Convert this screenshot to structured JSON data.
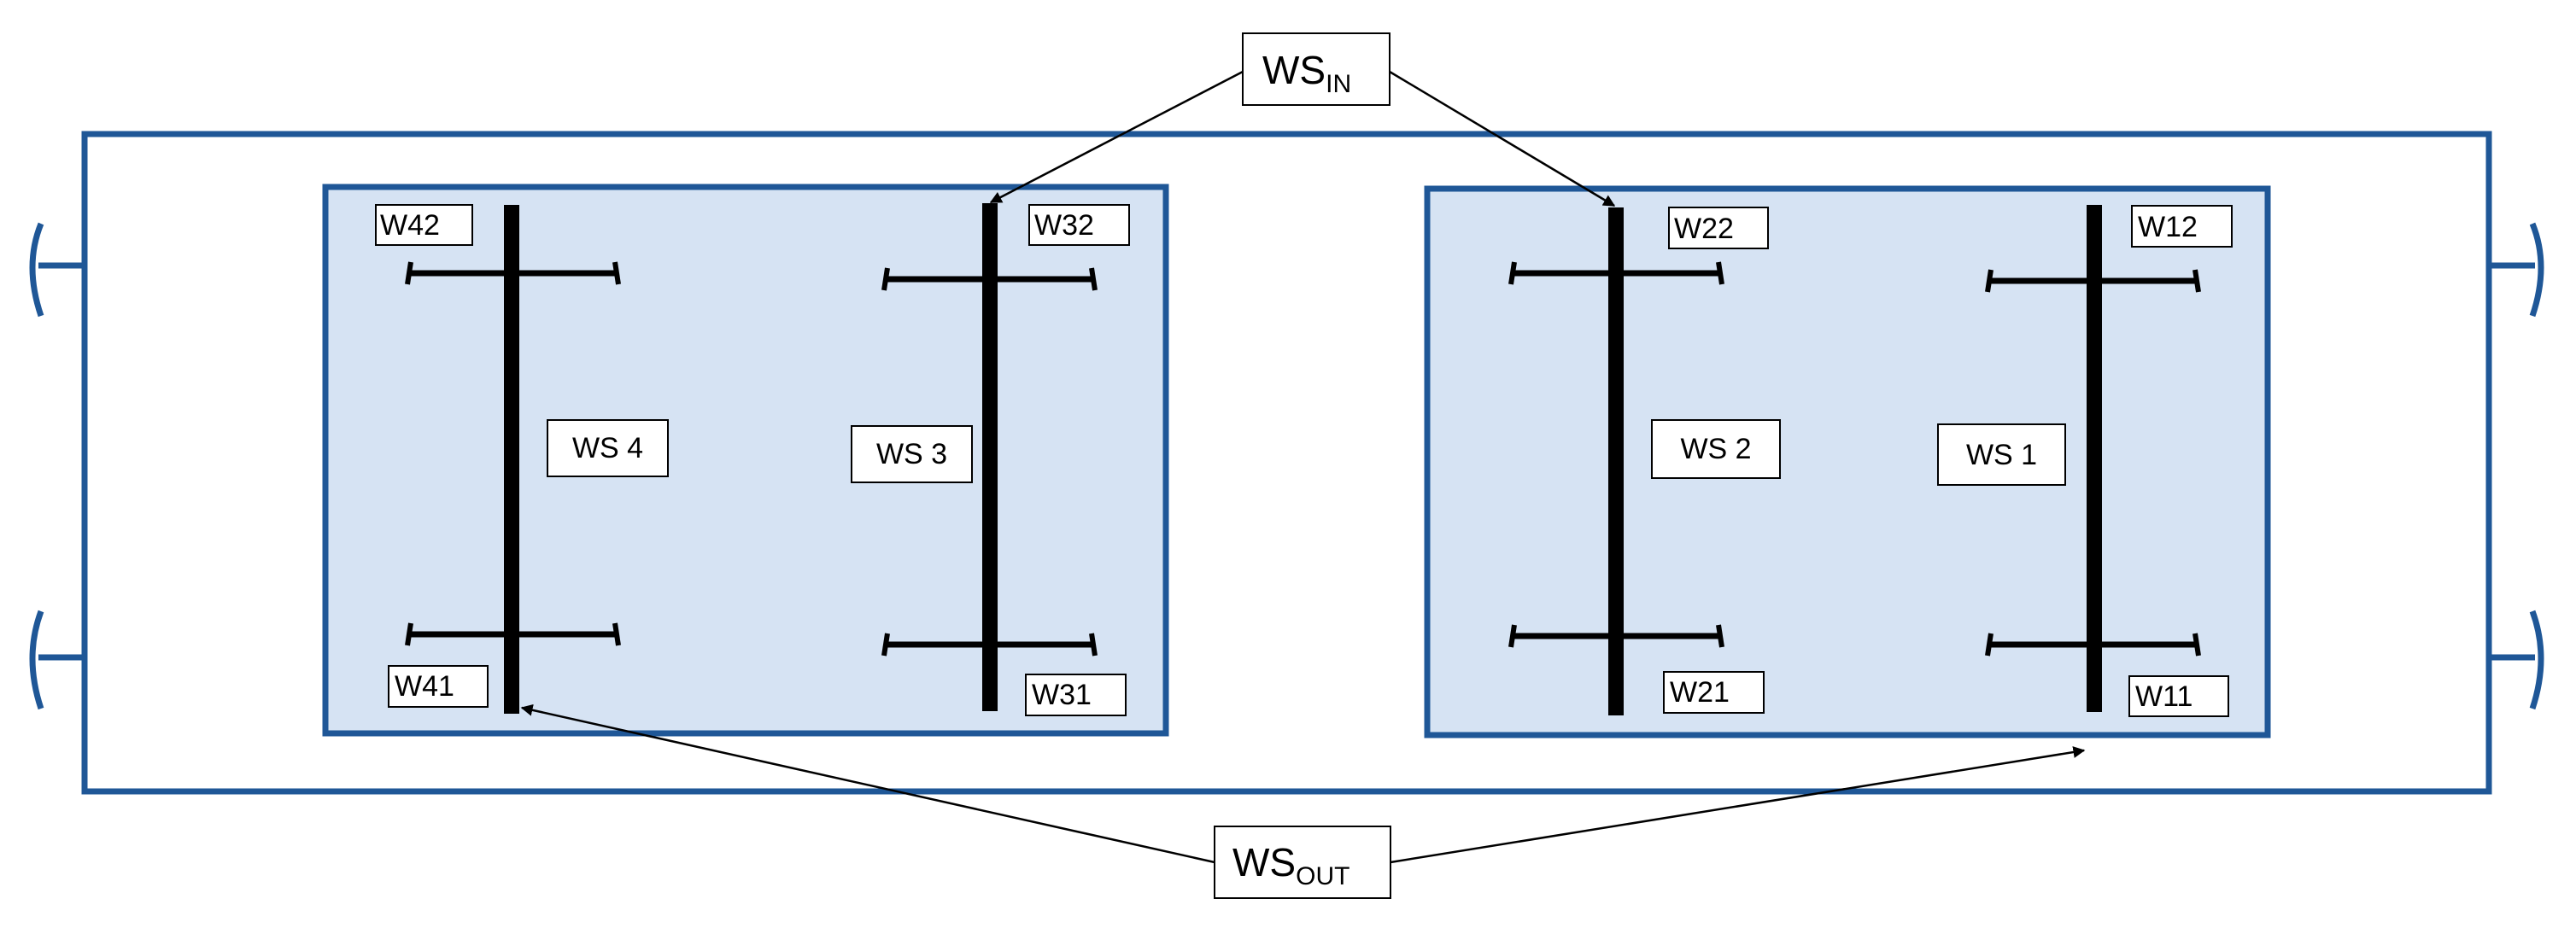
{
  "labels": {
    "ws_in": {
      "main": "WS",
      "sub": "IN"
    },
    "ws_out": {
      "main": "WS",
      "sub": "OUT"
    },
    "ws4": "WS 4",
    "ws3": "WS 3",
    "ws2": "WS 2",
    "ws1": "WS 1",
    "w42": "W42",
    "w41": "W41",
    "w32": "W32",
    "w31": "W31",
    "w22": "W22",
    "w21": "W21",
    "w12": "W12",
    "w11": "W11"
  },
  "colors": {
    "frame": "#1f5797",
    "panel_fill": "#d6e3f3",
    "beam": "#000000",
    "box_border": "#000000",
    "background": "#ffffff"
  }
}
